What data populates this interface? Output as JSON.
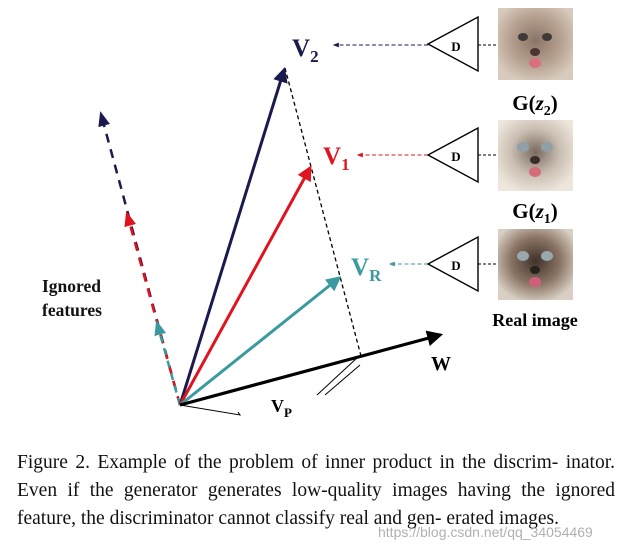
{
  "labels": {
    "v2": "V",
    "v2_sub": "2",
    "v1": "V",
    "v1_sub": "1",
    "vr": "V",
    "vr_sub": "R",
    "vp": "V",
    "vp_sub": "P",
    "w": "W",
    "ignored_line1": "Ignored",
    "ignored_line2": "features",
    "d1": "D",
    "d2": "D",
    "d3": "D",
    "gz2_pre": "G(",
    "gz2_z": "z",
    "gz2_sub": "2",
    "gz2_post": ")",
    "gz1_pre": "G(",
    "gz1_z": "z",
    "gz1_sub": "1",
    "gz1_post": ")",
    "real_image": "Real image"
  },
  "colors": {
    "v2": "#1a1a4e",
    "v1": "#e0141e",
    "vr": "#3a9aa0",
    "w": "#000000"
  },
  "caption": "Figure 2. Example of the problem of inner product in the discrim- inator. Even if the generator generates low-quality images having the ignored feature, the discriminator cannot classify real and gen- erated images.",
  "watermark": "https://blog.csdn.net/qq_34054469"
}
